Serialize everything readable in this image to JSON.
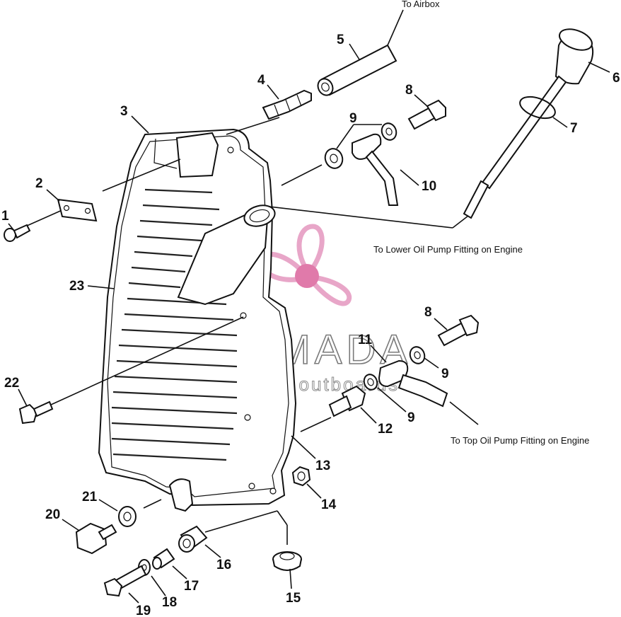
{
  "annotations": {
    "airbox": "To Airbox",
    "lower_pump": "To Lower Oil Pump Fitting on Engine",
    "top_pump": "To Top Oil Pump Fitting on Engine"
  },
  "callouts": {
    "c1": "1",
    "c2": "2",
    "c3": "3",
    "c4": "4",
    "c5": "5",
    "c6": "6",
    "c7": "7",
    "c8a": "8",
    "c8b": "8",
    "c9a": "9",
    "c9b": "9",
    "c9c": "9",
    "c10": "10",
    "c11": "11",
    "c12": "12",
    "c13": "13",
    "c14": "14",
    "c15": "15",
    "c16": "16",
    "c17": "17",
    "c18": "18",
    "c19": "19",
    "c20": "20",
    "c21": "21",
    "c22": "22",
    "c23": "23"
  },
  "watermark": {
    "name": "ARMADA",
    "tagline": "marine outboards",
    "logo_color": "#e8a6c8",
    "logo_accent": "#e07aaa"
  },
  "colors": {
    "line": "#111111",
    "background": "#ffffff"
  }
}
